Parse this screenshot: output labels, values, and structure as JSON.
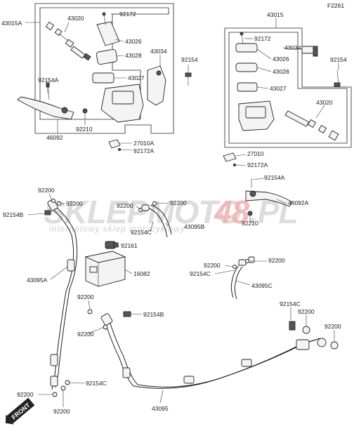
{
  "diagram_id": "F2261",
  "watermark": {
    "brand_a": "SKLEPMOTO",
    "brand_b": "48",
    "brand_c": ".PL",
    "tagline": "internetowy sklep motocyklowy"
  },
  "front_badge": "FRONT",
  "labels": {
    "l43015A": "43015A",
    "l43020a": "43020",
    "l92172a": "92172",
    "l43026a": "43026",
    "l43028a": "43028",
    "l43034a": "43034",
    "l43027a": "43027",
    "l92154a": "92154",
    "l92154Aa": "92154A",
    "l46092": "46092",
    "l92210a": "92210",
    "l27010A": "27010A",
    "l92172A": "92172A",
    "l43015": "43015",
    "l92172b": "92172",
    "l43034b": "43034",
    "l43026b": "43026",
    "l43028b": "43028",
    "l43027b": "43027",
    "l92154b": "92154",
    "l43020b": "43020",
    "l27010": "27010",
    "l92172Ab": "92172A",
    "l92154Ab": "92154A",
    "l46092A": "46092A",
    "l92210b": "92210",
    "l92200a": "92200",
    "l92200b": "92200",
    "l92154B": "92154B",
    "l92200c": "92200",
    "l92200d": "92200",
    "l92154C": "92154C",
    "l43095B": "43095B",
    "l92161": "92161",
    "l16082": "16082",
    "l92200e": "92200",
    "l92200f": "92200",
    "l92154Cb": "92154C",
    "l43095C": "43095C",
    "l43095A": "43095A",
    "l92200g": "92200",
    "l92154Bb": "92154B",
    "l92200h": "92200",
    "l92154Cc": "92154C",
    "l92200i": "92200",
    "l92200j": "92200",
    "l92154Cd": "92154C",
    "l92200k": "92200",
    "l92200l": "92200",
    "l43095": "43095"
  }
}
